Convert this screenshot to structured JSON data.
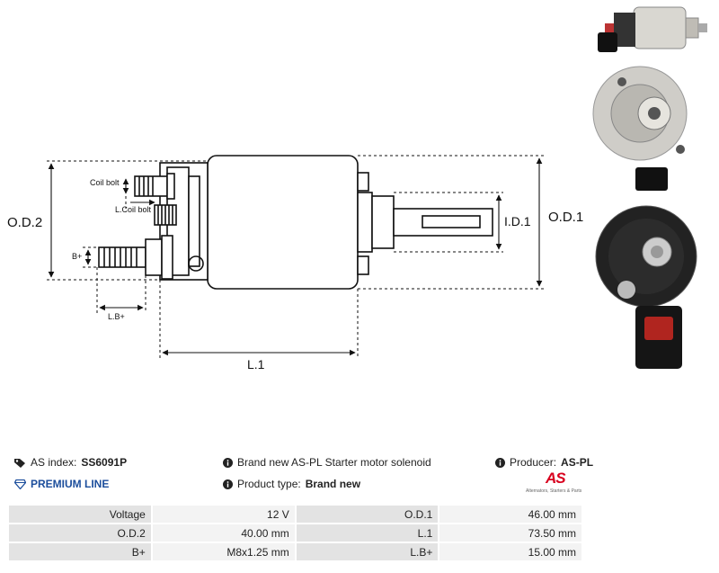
{
  "diagram": {
    "labels": {
      "od2": "O.D.2",
      "od1": "O.D.1",
      "id1": "I.D.1",
      "l1": "L.1",
      "coil_bolt": "Coil bolt",
      "l_coil_bolt": "L.Coil bolt",
      "b_plus": "B+",
      "lb_plus": "L.B+"
    }
  },
  "info": {
    "as_index_label": "AS index:",
    "as_index_value": "SS6091P",
    "description": "Brand new AS-PL Starter motor solenoid",
    "producer_label": "Producer:",
    "producer_value": "AS-PL",
    "premium_line": "PREMIUM LINE",
    "product_type_label": "Product type:",
    "product_type_value": "Brand new",
    "logo_text": "AS",
    "logo_tagline": "Alternators, Starters & Parts"
  },
  "specs": [
    [
      {
        "label": "Voltage",
        "value": "12 V"
      },
      {
        "label": "O.D.1",
        "value": "46.00 mm"
      }
    ],
    [
      {
        "label": "O.D.2",
        "value": "40.00 mm"
      },
      {
        "label": "L.1",
        "value": "73.50 mm"
      }
    ],
    [
      {
        "label": "B+",
        "value": "M8x1.25 mm"
      },
      {
        "label": "L.B+",
        "value": "15.00 mm"
      }
    ]
  ],
  "colors": {
    "accent_blue": "#1c4e9c",
    "brand_red": "#d8001e"
  }
}
